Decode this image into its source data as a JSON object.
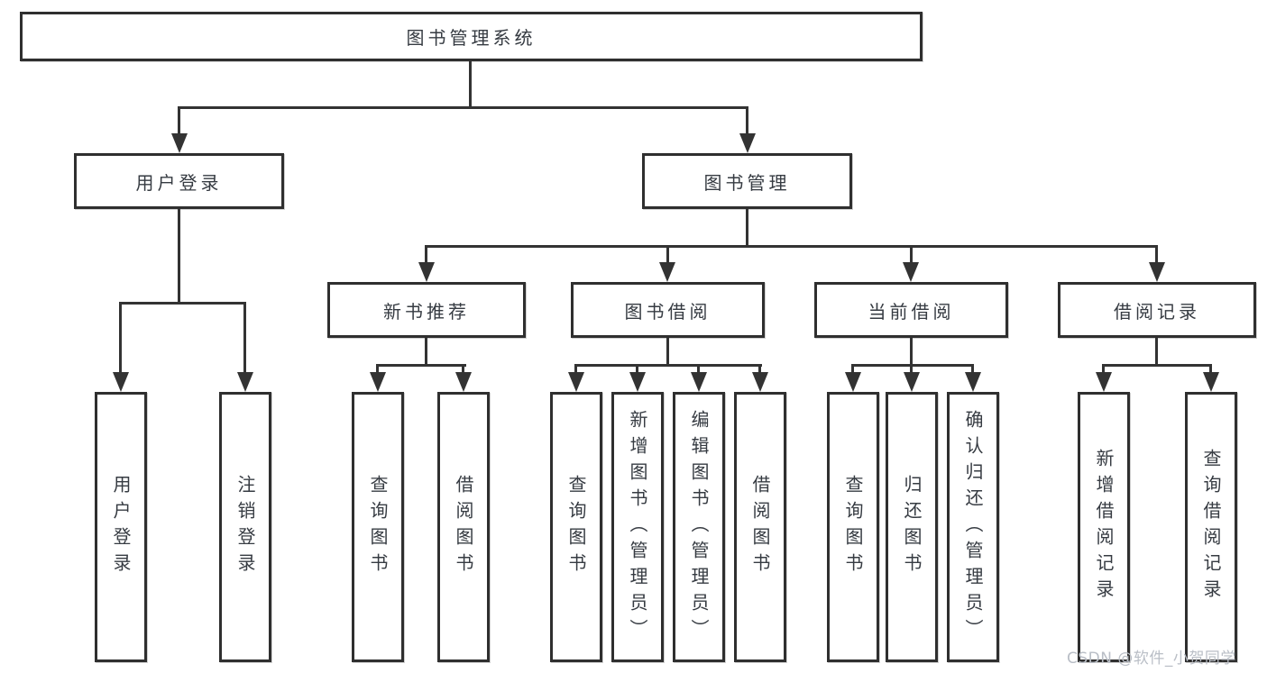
{
  "tree": {
    "root": "图书管理系统",
    "branches": [
      {
        "label": "用户登录",
        "children": [
          "用户登录",
          "注销登录"
        ]
      },
      {
        "label": "图书管理",
        "groups": [
          {
            "label": "新书推荐",
            "children": [
              "查询图书",
              "借阅图书"
            ]
          },
          {
            "label": "图书借阅",
            "children": [
              "查询图书",
              "新增图书（管理员）",
              "编辑图书（管理员）",
              "借阅图书"
            ]
          },
          {
            "label": "当前借阅",
            "children": [
              "查询图书",
              "归还图书",
              "确认归还（管理员）"
            ]
          },
          {
            "label": "借阅记录",
            "children": [
              "新增借阅记录",
              "查询借阅记录"
            ]
          }
        ]
      }
    ]
  },
  "watermark": {
    "text": "CSDN @软件_小贺同学"
  },
  "colors": {
    "line": "#333333",
    "box_border": "#2f2f2f",
    "box_fill": "#ffffff",
    "text": "#363b42",
    "background": "#ffffff",
    "watermark": "#b9bec6"
  }
}
